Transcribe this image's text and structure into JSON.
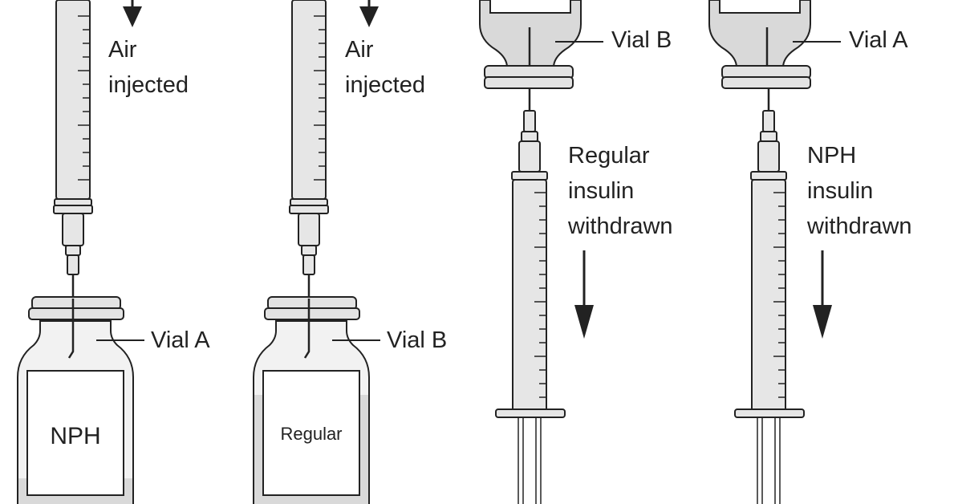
{
  "panels": [
    {
      "step": "inject-air",
      "vial_label": "Vial A",
      "vial_contents": "NPH",
      "action_lines": [
        "Air",
        "injected"
      ]
    },
    {
      "step": "inject-air",
      "vial_label": "Vial B",
      "vial_contents": "Regular",
      "action_lines": [
        "Air",
        "injected"
      ]
    },
    {
      "step": "withdraw",
      "vial_label": "Vial B",
      "action_lines": [
        "Regular",
        "insulin",
        "withdrawn"
      ]
    },
    {
      "step": "withdraw",
      "vial_label": "Vial A",
      "action_lines": [
        "NPH",
        "insulin",
        "withdrawn"
      ]
    }
  ],
  "colors": {
    "stroke": "#222222",
    "syringe_fill": "#e6e6e6",
    "glass_fill": "#f2f2f2",
    "insulin_fill": "#d9d9d9",
    "cap_fill": "#e3e3e3",
    "background": "#ffffff"
  }
}
